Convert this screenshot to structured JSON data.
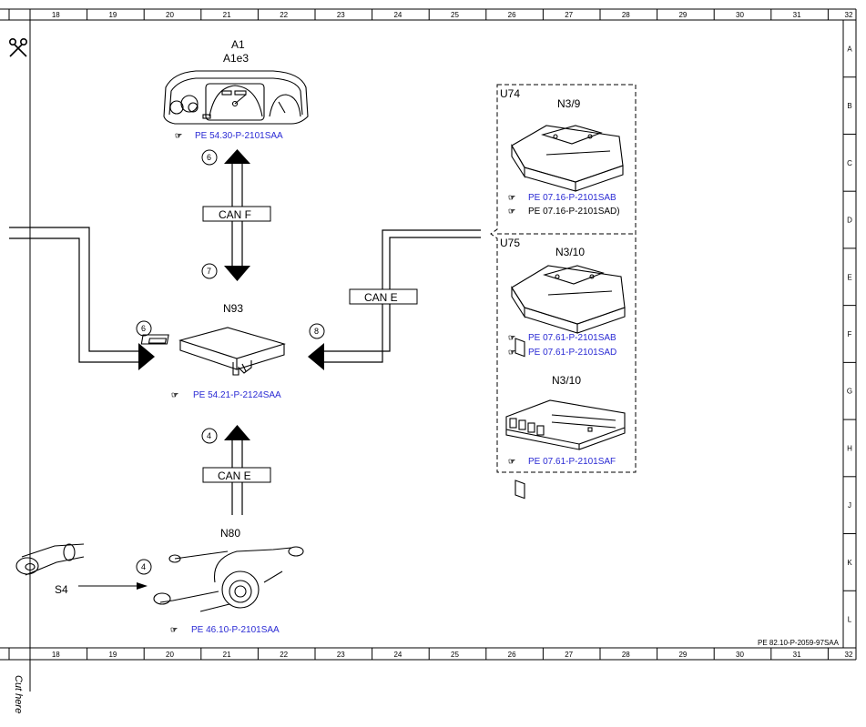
{
  "grid": {
    "columns": [
      "18",
      "19",
      "20",
      "21",
      "22",
      "23",
      "24",
      "25",
      "26",
      "27",
      "28",
      "29",
      "30",
      "31",
      "32"
    ],
    "rows": [
      "A",
      "B",
      "C",
      "D",
      "E",
      "F",
      "G",
      "H",
      "J",
      "K",
      "L"
    ]
  },
  "sheet_ref": "PE 82.10-P-2059-97SAA",
  "cut_here": "Cut here",
  "components": {
    "a1": {
      "id": "A1",
      "sub": "A1e3",
      "ref": "PE 54.30-P-2101SAA"
    },
    "n93": {
      "id": "N93",
      "ref": "PE 54.21-P-2124SAA"
    },
    "n80": {
      "id": "N80",
      "ref": "PE 46.10-P-2101SAA"
    },
    "s4": {
      "id": "S4"
    },
    "u74": {
      "variant": "U74",
      "id": "N3/9",
      "refs": [
        "PE 07.16-P-2101SAB",
        "PE 07.16-P-2101SAD)"
      ]
    },
    "u75": {
      "variant": "U75",
      "id": "N3/10",
      "refs": [
        "PE 07.61-P-2101SAB",
        "PE 07.61-P-2101SAD"
      ]
    },
    "n310b": {
      "id": "N3/10",
      "ref": "PE 07.61-P-2101SAF"
    }
  },
  "buses": {
    "can_f": "CAN F",
    "can_e_right": "CAN E",
    "can_e_bottom": "CAN E"
  },
  "markers": {
    "m6_top": "6",
    "m7": "7",
    "m6_left": "6",
    "m8": "8",
    "m4_bus": "4",
    "m4_s4": "4"
  },
  "colors": {
    "link": "#2a2ad4",
    "line": "#000000"
  }
}
